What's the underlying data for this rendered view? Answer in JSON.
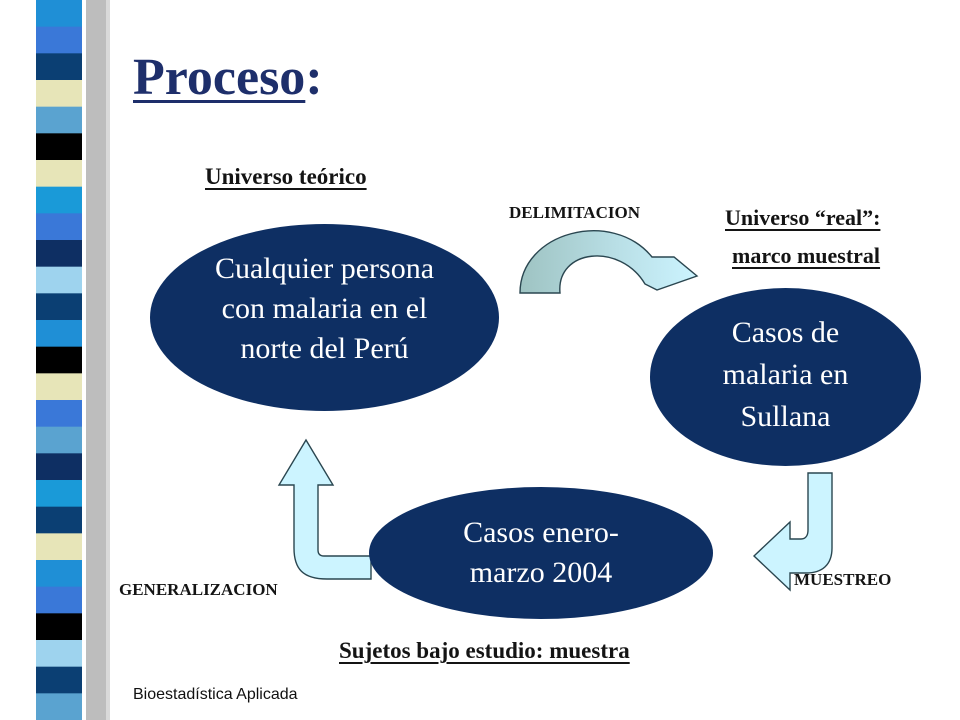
{
  "slide": {
    "title": "Proceso",
    "title_suffix": ":",
    "footer": "Bioestadística Aplicada"
  },
  "labels": {
    "universo_teorico": "Universo teórico",
    "universo_real_line1": "Universo “real”:",
    "universo_real_line2": "marco muestral",
    "sujetos": "Sujetos bajo estudio: muestra",
    "delimitacion": "DELIMITACION",
    "muestreo": "MUESTREO",
    "generalizacion": "GENERALIZACION"
  },
  "nodes": {
    "teorico": [
      "Cualquier persona",
      "con malaria en el",
      "norte del Perú"
    ],
    "real": [
      "Casos de",
      "malaria en",
      "Sullana"
    ],
    "muestra": [
      "Casos enero-",
      "marzo 2004"
    ]
  },
  "colors": {
    "node_fill": "#0e2f63",
    "arrow_fill_light": "#ccf4ff",
    "arrow_fill_dark": "#9ec3c2",
    "title": "#1e2f6b"
  }
}
